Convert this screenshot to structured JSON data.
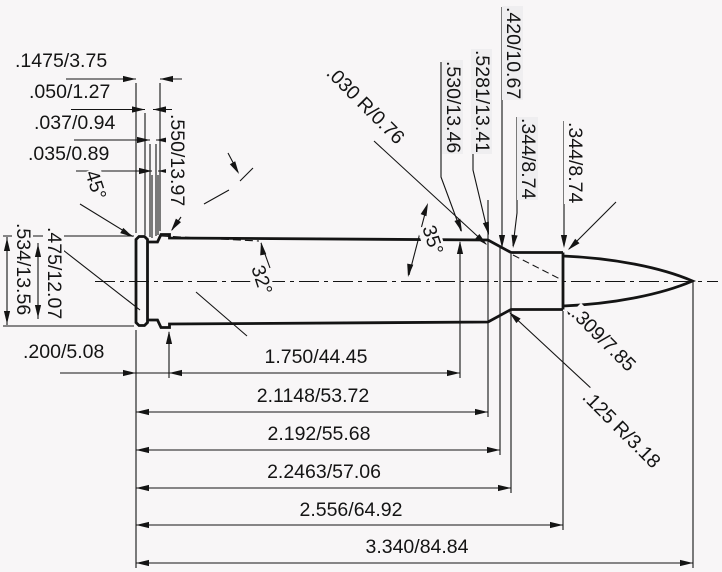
{
  "diagram": {
    "type": "cartridge-dimensional-drawing",
    "units": "inches/millimeters",
    "head_dims": {
      "rim_to_groove": ".1475/3.75",
      "rim_thickness": ".050/1.27",
      "groove_width": ".037/0.94",
      "bevel": ".035/0.89"
    },
    "angles": {
      "rim_chamfer": "45°",
      "shoulder": "35°",
      "body_taper": "32°"
    },
    "diameters": {
      "belt": ".534/13.56",
      "groove": ".475/12.07",
      "head": ".550/13.97",
      "shoulder_base": ".530/13.46",
      "body": ".5281/13.41",
      "shoulder_mid": ".420/10.67",
      "neck_a": ".344/8.74",
      "neck_b": ".344/8.74",
      "bullet": ".309/7.85"
    },
    "radii": {
      "shoulder_radius": ".030 R/0.76",
      "heel_radius": ".125 R/3.18"
    },
    "lengths": {
      "belt_length": ".200/5.08",
      "body_section": "1.750/44.45",
      "to_shoulder": "2.1148/53.72",
      "to_shoulder_mid": "2.192/55.68",
      "to_neck_start": "2.2463/57.06",
      "case_length": "2.556/64.92",
      "overall_length": "3.340/84.84"
    }
  }
}
